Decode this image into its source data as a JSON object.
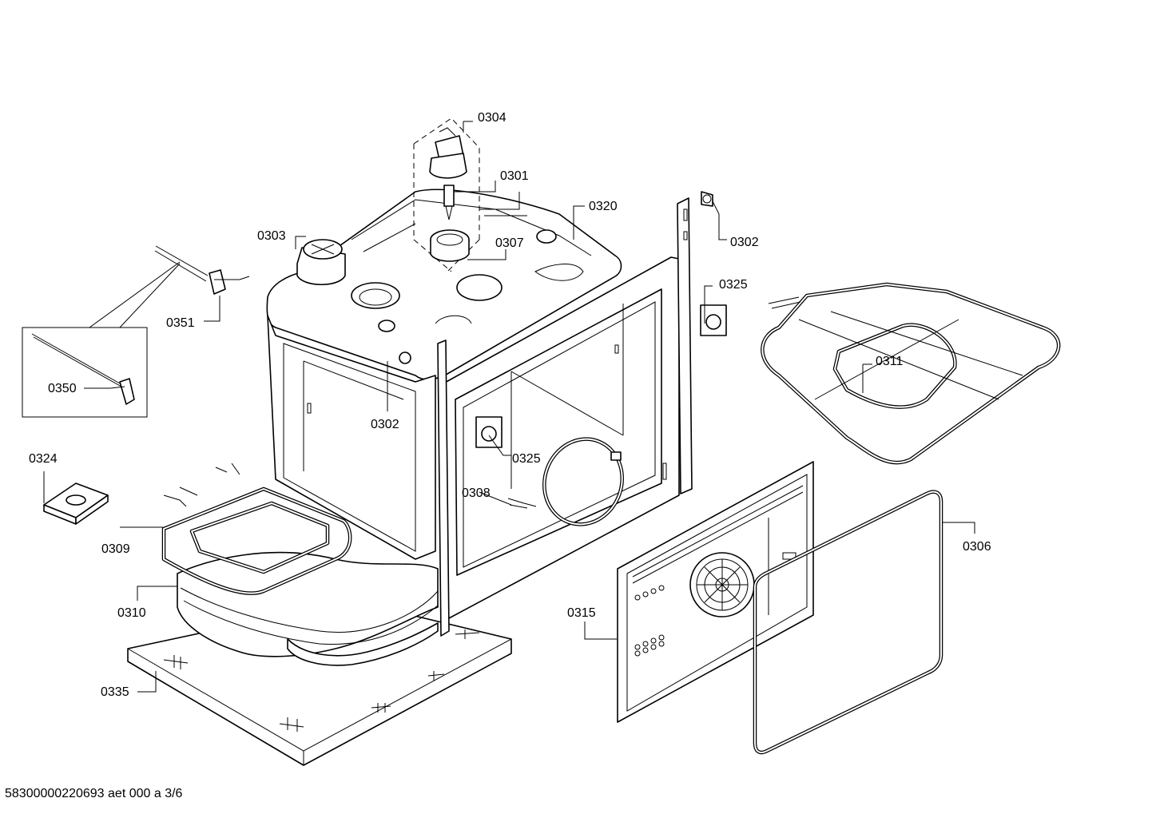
{
  "drawing_code": "58300000220693 aet 000 a 3/6",
  "parts": {
    "p0301": "0301",
    "p0302a": "0302",
    "p0302b": "0302",
    "p0303": "0303",
    "p0304": "0304",
    "p0306": "0306",
    "p0307": "0307",
    "p0308": "0308",
    "p0309": "0309",
    "p0310": "0310",
    "p0311": "0311",
    "p0315": "0315",
    "p0320": "0320",
    "p0324": "0324",
    "p0325a": "0325",
    "p0325b": "0325",
    "p0335": "0335",
    "p0350": "0350",
    "p0351": "0351"
  }
}
